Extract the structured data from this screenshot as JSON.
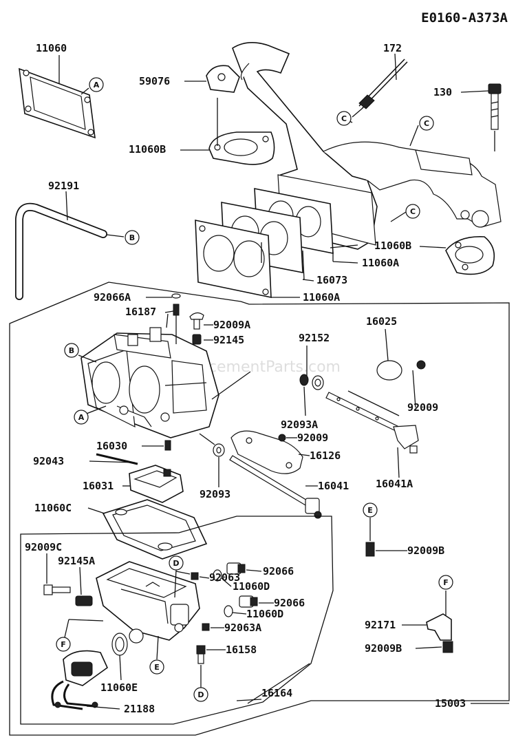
{
  "diagram": {
    "title": "E0160-A373A",
    "watermark": "eReplacementParts.com",
    "parts": [
      {
        "id": "p11060",
        "label": "11060"
      },
      {
        "id": "p172",
        "label": "172"
      },
      {
        "id": "p59076",
        "label": "59076"
      },
      {
        "id": "p130",
        "label": "130"
      },
      {
        "id": "p11060B_top",
        "label": "11060B"
      },
      {
        "id": "p92191",
        "label": "92191"
      },
      {
        "id": "p11060B_right",
        "label": "11060B"
      },
      {
        "id": "p11060A_1",
        "label": "11060A"
      },
      {
        "id": "p16073",
        "label": "16073"
      },
      {
        "id": "p11060A_2",
        "label": "11060A"
      },
      {
        "id": "p92066A",
        "label": "92066A"
      },
      {
        "id": "p16187",
        "label": "16187"
      },
      {
        "id": "p92009A",
        "label": "92009A"
      },
      {
        "id": "p92145",
        "label": "92145"
      },
      {
        "id": "p16025",
        "label": "16025"
      },
      {
        "id": "p92152",
        "label": "92152"
      },
      {
        "id": "p92009_a",
        "label": "92009"
      },
      {
        "id": "p92093A",
        "label": "92093A"
      },
      {
        "id": "p92009_b",
        "label": "92009"
      },
      {
        "id": "p16030",
        "label": "16030"
      },
      {
        "id": "p16126",
        "label": "16126"
      },
      {
        "id": "p92043",
        "label": "92043"
      },
      {
        "id": "p16041A",
        "label": "16041A"
      },
      {
        "id": "p16031",
        "label": "16031"
      },
      {
        "id": "p16041",
        "label": "16041"
      },
      {
        "id": "p92093",
        "label": "92093"
      },
      {
        "id": "p11060C",
        "label": "11060C"
      },
      {
        "id": "p92009C",
        "label": "92009C"
      },
      {
        "id": "p92066_a",
        "label": "92066"
      },
      {
        "id": "p92009B_a",
        "label": "92009B"
      },
      {
        "id": "p92145A",
        "label": "92145A"
      },
      {
        "id": "p11060D_a",
        "label": "11060D"
      },
      {
        "id": "p92063",
        "label": "92063"
      },
      {
        "id": "p92066_b",
        "label": "92066"
      },
      {
        "id": "p11060D_b",
        "label": "11060D"
      },
      {
        "id": "p92063A",
        "label": "92063A"
      },
      {
        "id": "p92171",
        "label": "92171"
      },
      {
        "id": "p92009B_b",
        "label": "92009B"
      },
      {
        "id": "p16158",
        "label": "16158"
      },
      {
        "id": "p11060E",
        "label": "11060E"
      },
      {
        "id": "p16164",
        "label": "16164"
      },
      {
        "id": "p15003",
        "label": "15003"
      },
      {
        "id": "p21188",
        "label": "21188"
      }
    ],
    "callouts": [
      {
        "id": "cA1",
        "letter": "A"
      },
      {
        "id": "cC1",
        "letter": "C"
      },
      {
        "id": "cC2",
        "letter": "C"
      },
      {
        "id": "cC3",
        "letter": "C"
      },
      {
        "id": "cB1",
        "letter": "B"
      },
      {
        "id": "cB2",
        "letter": "B"
      },
      {
        "id": "cA2",
        "letter": "A"
      },
      {
        "id": "cE1",
        "letter": "E"
      },
      {
        "id": "cD1",
        "letter": "D"
      },
      {
        "id": "cF1",
        "letter": "F"
      },
      {
        "id": "cF2",
        "letter": "F"
      },
      {
        "id": "cE2",
        "letter": "E"
      },
      {
        "id": "cD2",
        "letter": "D"
      }
    ]
  }
}
